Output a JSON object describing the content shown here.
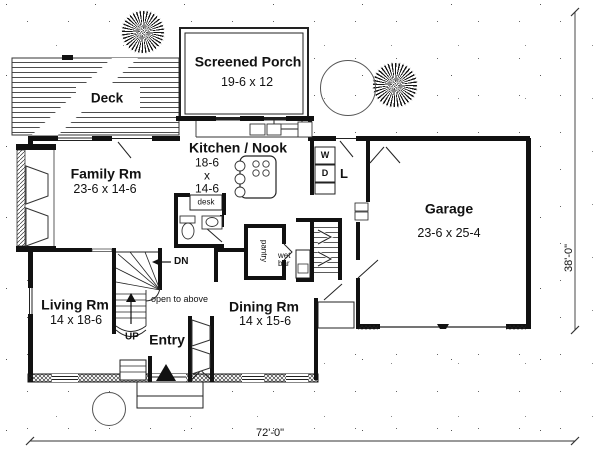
{
  "rooms": {
    "screened_porch": {
      "name": "Screened Porch",
      "dims": "19-6 x 12"
    },
    "deck": {
      "name": "Deck"
    },
    "family": {
      "name": "Family Rm",
      "dims": "23-6 x 14-6"
    },
    "kitchen": {
      "name": "Kitchen / Nook",
      "dims": [
        "18-6",
        "x",
        "14-6"
      ]
    },
    "garage": {
      "name": "Garage",
      "dims": "23-6 x 25-4"
    },
    "living": {
      "name": "Living Rm",
      "dims": "14 x 18-6"
    },
    "dining": {
      "name": "Dining Rm",
      "dims": "14 x 15-6"
    },
    "entry": {
      "name": "Entry"
    }
  },
  "labels": {
    "desk": "desk",
    "pantry": "pantry",
    "wet_bar": "wet bar",
    "washer": "W",
    "dryer": "D",
    "laundry": "L",
    "down": "DN",
    "up": "UP",
    "open_to_above": "open to above"
  },
  "dimensions": {
    "overall_width": "72'-0\"",
    "overall_depth": "38'-0\""
  },
  "colors": {
    "ink": "#111111",
    "paper": "#ffffff"
  }
}
